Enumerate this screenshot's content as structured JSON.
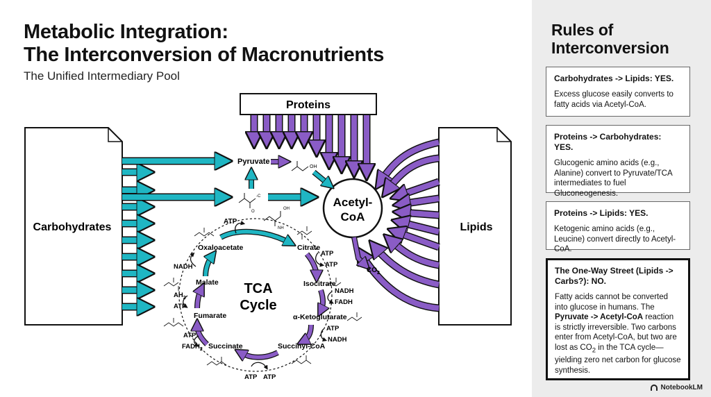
{
  "title_line1": "Metabolic Integration:",
  "title_line2": "The Interconversion of Macronutrients",
  "subtitle": "The Unified Intermediary Pool",
  "diagram": {
    "proteins": "Proteins",
    "carbohydrates": "Carbohydrates",
    "lipids": "Lipids",
    "acetyl_coa_1": "Acetyl-",
    "acetyl_coa_2": "CoA",
    "pyruvate": "Pyruvate",
    "co2": "CO",
    "co2_sub": "2",
    "tca_1": "TCA",
    "tca_2": "Cycle",
    "intermediates": {
      "citrate": "Citrate",
      "isocitrate": "Isocitrate",
      "ketoglutarate": "α-Ketoglutarate",
      "succinyl_coa": "Succinyl-CoA",
      "succinate": "Succinate",
      "fumarate": "Fumarate",
      "malate": "Malate",
      "oxaloacetate": "Oxaloacetate"
    },
    "cofactors": {
      "atp": "ATP",
      "nadh": "NADH",
      "fadh": "FADH",
      "fadh2": "FADH",
      "ah": "AH",
      "sub2": "2"
    }
  },
  "rules": {
    "title_line1": "Rules of",
    "title_line2": "Interconversion",
    "card1_head": "Carbohydrates -> Lipids: YES.",
    "card1_body": "Excess glucose easily converts to fatty acids via Acetyl-CoA.",
    "card2_head": "Proteins -> Carbohydrates: YES.",
    "card2_body": "Glucogenic amino acids (e.g., Alanine) convert to Pyruvate/TCA intermediates to fuel Gluconeogenesis.",
    "card3_head": "Proteins -> Lipids: YES.",
    "card3_body": "Ketogenic amino acids (e.g., Leucine) convert directly to Acetyl-CoA.",
    "card4_head": "The One-Way Street (Lipids -> Carbs?): NO.",
    "card4_body_a": "Fatty acids cannot be converted into glucose in humans. The ",
    "card4_body_b": "Pyruvate -> Acetyl-CoA",
    "card4_body_c": " reaction is strictly irreversible. Two carbons enter from Acetyl-CoA, but two are lost as CO",
    "card4_body_sub": "2",
    "card4_body_d": " in the TCA cycle—yielding zero net carbon for glucose synthesis."
  },
  "brand": "NotebookLM",
  "colors": {
    "teal": "#1fb6c3",
    "purple": "#8a5cc6",
    "ink": "#111111"
  }
}
